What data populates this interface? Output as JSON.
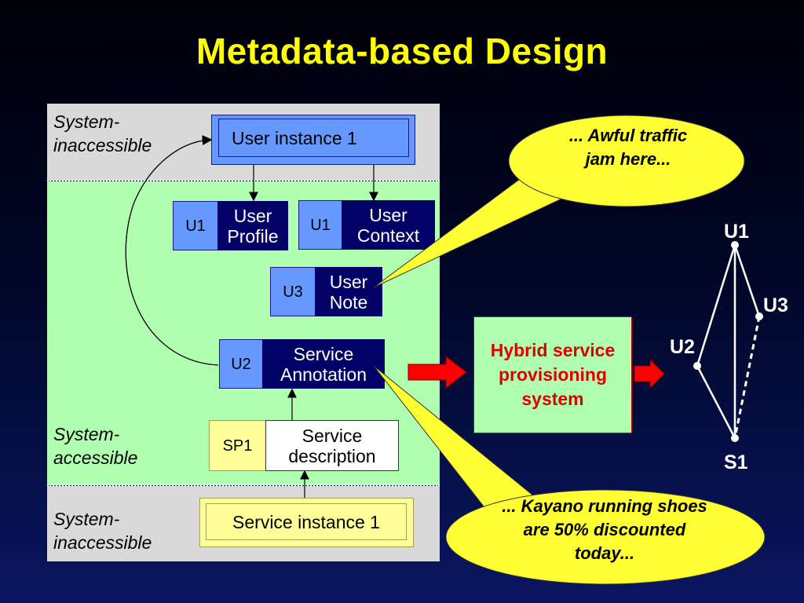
{
  "title": "Metadata-based Design",
  "zones": {
    "top_label": "System-\ninaccessible",
    "middle_label": "System-\naccessible",
    "bottom_label": "System-\ninaccessible"
  },
  "boxes": {
    "user_instance": "User instance 1",
    "user_profile_tag": "U1",
    "user_profile": "User Profile",
    "user_context_tag": "U1",
    "user_context": "User Context",
    "user_note_tag": "U3",
    "user_note": "User Note",
    "service_annotation_tag": "U2",
    "service_annotation": "Service Annotation",
    "service_description_tag": "SP1",
    "service_description": "Service description",
    "service_instance": "Service instance 1"
  },
  "hybrid_system": "Hybrid service provisioning system",
  "bubbles": {
    "top": "... Awful traffic jam here...",
    "bottom": "... Kayano running shoes are 50% discounted today..."
  },
  "graph": {
    "nodes": [
      "U1",
      "U3",
      "U2",
      "S1"
    ]
  },
  "colors": {
    "title": "#ffff00",
    "bubble_fill": "#ffff33",
    "arrow_red": "#ff0000",
    "zone_green": "#b0ffb0",
    "zone_gray": "#d9d9d9"
  }
}
